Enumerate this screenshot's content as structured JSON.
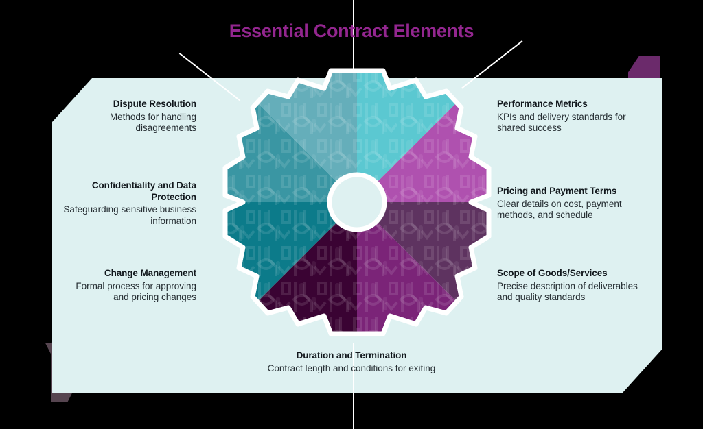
{
  "title": "Essential Contract Elements",
  "theme": {
    "title_color": "#93268F",
    "panel_bg": "#DEF1F1",
    "canvas_bg": "#000000",
    "hub_color": "#DEF1F1",
    "connector_color": "#FFFFFF",
    "ribbon_top_right": "#6B2A6B",
    "ribbon_bottom_left": "#564550"
  },
  "wheel": {
    "name": "eight-segment-gear",
    "hub_label": "",
    "segments": [
      {
        "id": "top-left",
        "color": "#65AEBA"
      },
      {
        "id": "top-right",
        "color": "#5BC8D1"
      },
      {
        "id": "left-upper",
        "color": "#3A96A3"
      },
      {
        "id": "left-lower",
        "color": "#0C7B8A"
      },
      {
        "id": "bottom-left",
        "color": "#3A0333"
      },
      {
        "id": "bottom-right",
        "color": "#7B2478"
      },
      {
        "id": "right-lower",
        "color": "#5E3360"
      },
      {
        "id": "right-upper",
        "color": "#AF51AF"
      }
    ]
  },
  "elements": {
    "dispute": {
      "title": "Dispute Resolution",
      "description": "Methods for handling disagreements"
    },
    "confidentiality": {
      "title": "Confidentiality and Data Protection",
      "description": "Safeguarding sensitive business information"
    },
    "change": {
      "title": "Change Management",
      "description": "Formal process for approving and pricing changes"
    },
    "performance": {
      "title": "Performance Metrics",
      "description": "KPIs and delivery standards for shared success"
    },
    "pricing": {
      "title": "Pricing and Payment Terms",
      "description": "Clear details on cost, payment methods, and schedule"
    },
    "scope": {
      "title": "Scope of Goods/Services",
      "description": "Precise description of deliverables and quality standards"
    },
    "duration": {
      "title": "Duration and Termination",
      "description": "Contract length and conditions for exiting"
    }
  }
}
